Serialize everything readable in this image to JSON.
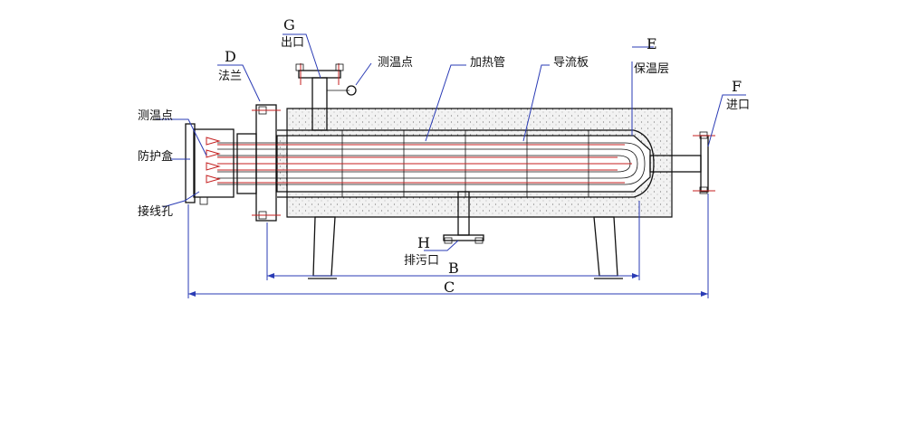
{
  "labels": {
    "g_letter": "G",
    "g_text": "出口",
    "d_letter": "D",
    "d_text": "法兰",
    "temp_top": "测温点",
    "heating_tube": "加热管",
    "baffle": "导流板",
    "e_letter": "E",
    "e_text": "保温层",
    "f_letter": "F",
    "f_text": "进口",
    "temp_left": "测温点",
    "protect_box": "防护盒",
    "wiring_hole": "接线孔",
    "h_letter": "H",
    "h_text": "排污口",
    "dim_b": "B",
    "dim_c": "C"
  },
  "colors": {
    "outline": "#111111",
    "leader": "#2a3bb5",
    "heating_tube": "#c41f1f"
  }
}
